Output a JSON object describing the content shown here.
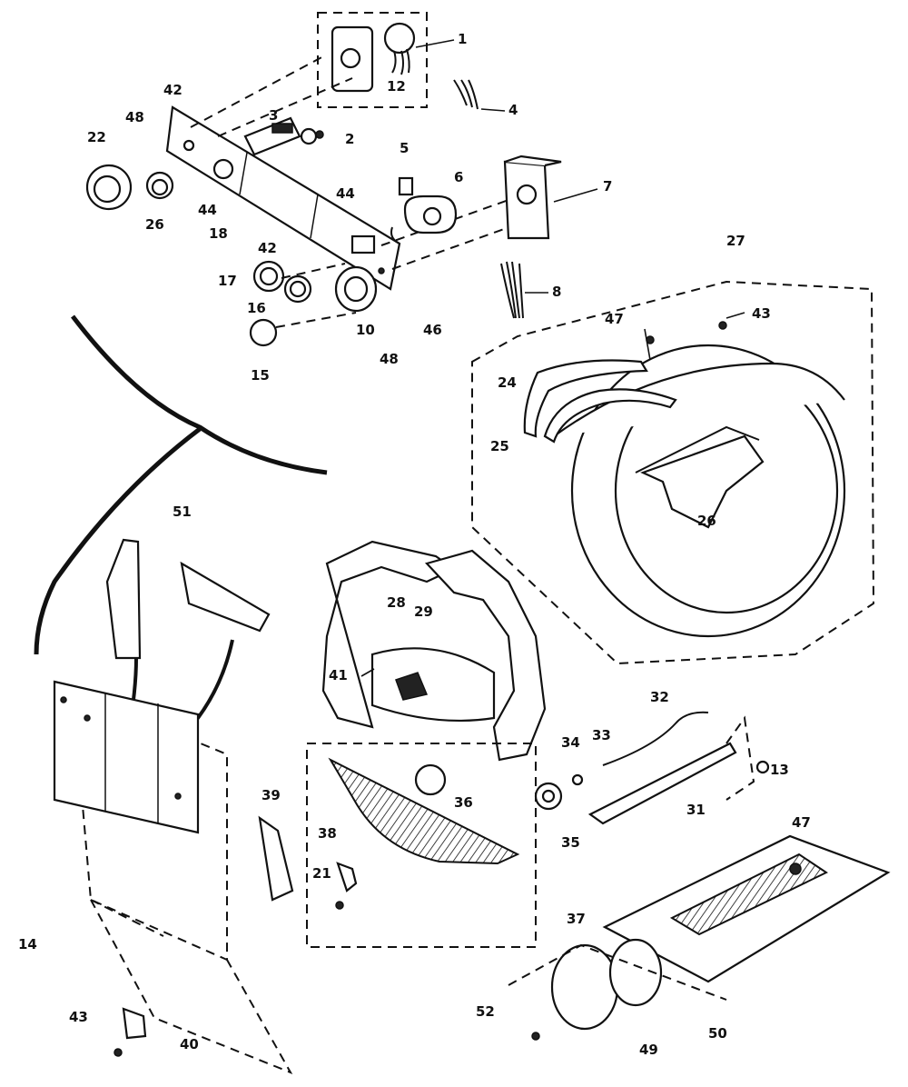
{
  "diagram": {
    "callouts": {
      "c1": "1",
      "c2": "2",
      "c3": "3",
      "c4": "4",
      "c5": "5",
      "c6": "6",
      "c7": "7",
      "c8": "8",
      "c10": "10",
      "c12": "12",
      "c13": "13",
      "c14": "14",
      "c15": "15",
      "c16": "16",
      "c17": "17",
      "c18": "18",
      "c21": "21",
      "c22": "22",
      "c24": "24",
      "c25": "25",
      "c26a": "26",
      "c26b": "26",
      "c27": "27",
      "c28": "28",
      "c29": "29",
      "c31": "31",
      "c32": "32",
      "c33": "33",
      "c34": "34",
      "c35": "35",
      "c36": "36",
      "c37": "37",
      "c38": "38",
      "c39": "39",
      "c40": "40",
      "c41": "41",
      "c42a": "42",
      "c42b": "42",
      "c43a": "43",
      "c43b": "43",
      "c44a": "44",
      "c44b": "44",
      "c46": "46",
      "c47a": "47",
      "c47b": "47",
      "c48a": "48",
      "c48b": "48",
      "c49": "49",
      "c50": "50",
      "c51": "51",
      "c52": "52"
    }
  }
}
